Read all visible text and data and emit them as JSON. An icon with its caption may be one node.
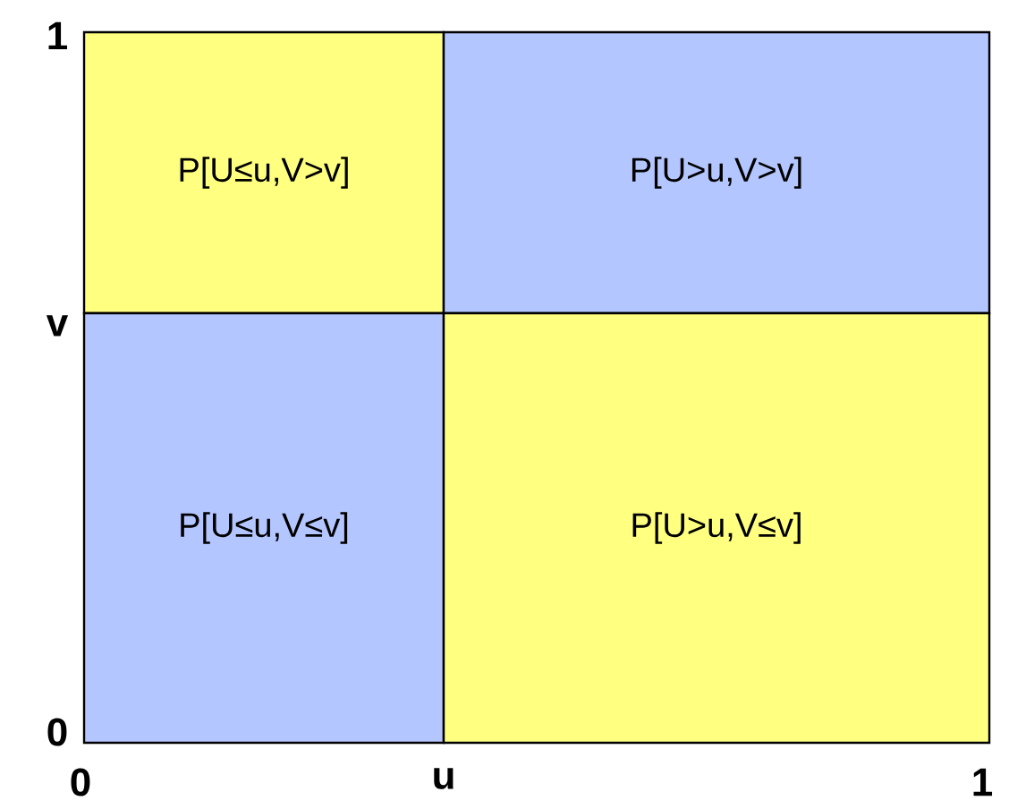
{
  "diagram": {
    "nodes": [
      {
        "text": [
          "P[U≤u,V>v]"
        ]
      },
      {
        "text": [
          "P[U>u,V>v]"
        ]
      },
      {
        "text": [
          "P[U≤u,V≤v]"
        ]
      },
      {
        "text": [
          "P[U>u,V≤v]"
        ]
      }
    ],
    "labels": [
      "1",
      "v",
      "0",
      "0",
      "u",
      "1"
    ]
  }
}
